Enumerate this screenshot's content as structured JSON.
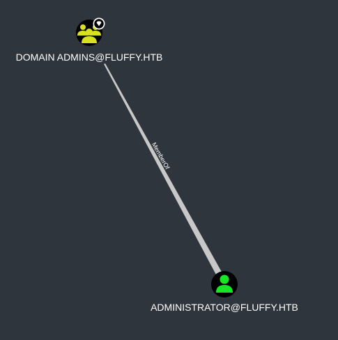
{
  "graph": {
    "background": "#2e353c",
    "nodes": [
      {
        "id": "domain-admins",
        "label": "DOMAIN ADMINS@FLUFFY.HTB",
        "type": "group",
        "icon": "users-icon",
        "badge_icon": "diamond-icon",
        "icon_color": "#d9e021",
        "node_color": "#000000"
      },
      {
        "id": "administrator",
        "label": "ADMINISTRATOR@FLUFFY.HTB",
        "type": "user",
        "icon": "user-icon",
        "icon_color": "#17e625",
        "node_color": "#000000"
      }
    ],
    "edges": [
      {
        "source": "administrator",
        "target": "domain-admins",
        "label": "MemberOf",
        "color": "#c8c8c8"
      }
    ]
  }
}
